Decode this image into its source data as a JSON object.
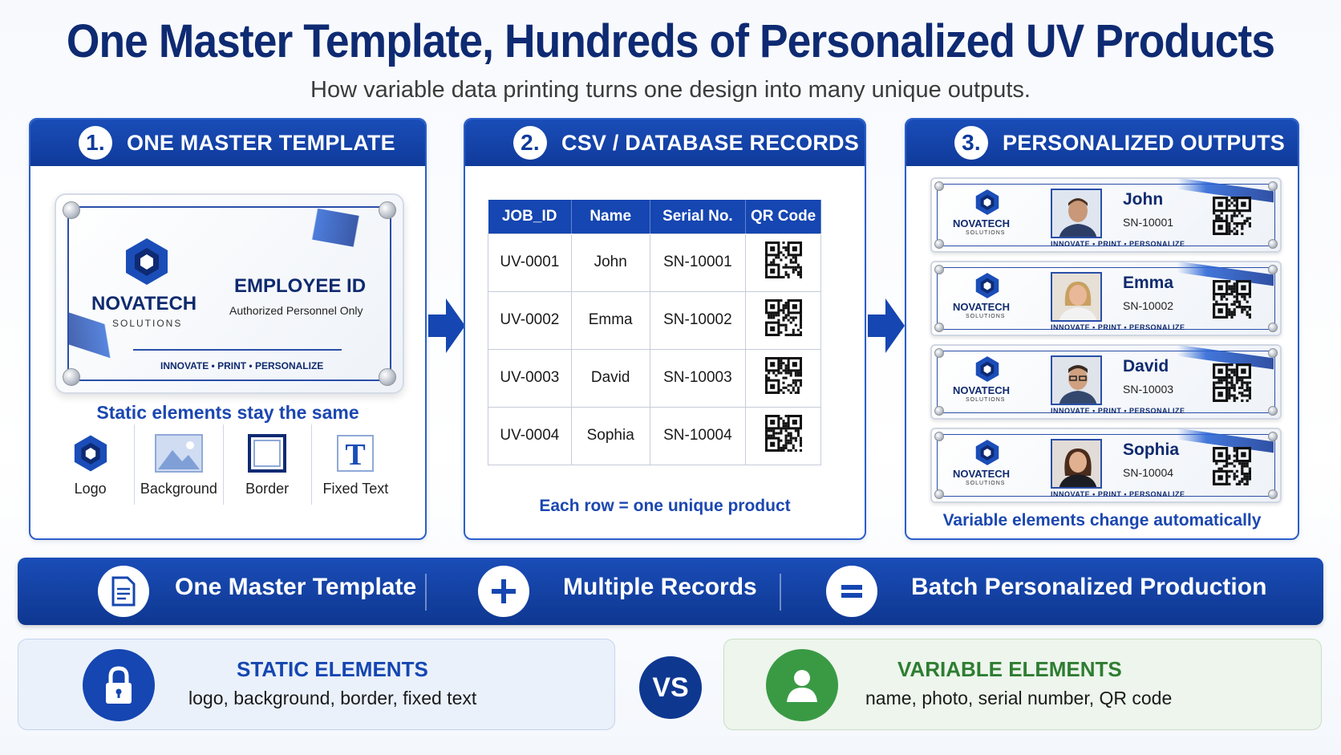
{
  "header": {
    "title": "One Master Template, Hundreds of Personalized UV Products",
    "subtitle": "How variable data printing turns one design into many unique outputs."
  },
  "panels": [
    {
      "number": "1.",
      "title": "ONE MASTER TEMPLATE"
    },
    {
      "number": "2.",
      "title": "CSV / DATABASE RECORDS"
    },
    {
      "number": "3.",
      "title": "PERSONALIZED OUTPUTS"
    }
  ],
  "template_card": {
    "brand": "NOVATECH",
    "brand_sub": "SOLUTIONS",
    "card_title": "EMPLOYEE ID",
    "card_sub": "Authorized Personnel Only",
    "tagline": "INNOVATE • PRINT • PERSONALIZE"
  },
  "static_caption": "Static elements stay the same",
  "static_icons": [
    {
      "label": "Logo",
      "icon": "logo-icon"
    },
    {
      "label": "Background",
      "icon": "image-icon"
    },
    {
      "label": "Border",
      "icon": "border-icon"
    },
    {
      "label": "Fixed Text",
      "icon": "text-icon"
    }
  ],
  "table": {
    "headers": [
      "JOB_ID",
      "Name",
      "Serial No.",
      "QR Code"
    ],
    "rows": [
      [
        "UV-0001",
        "John",
        "SN-10001"
      ],
      [
        "UV-0002",
        "Emma",
        "SN-10002"
      ],
      [
        "UV-0003",
        "David",
        "SN-10003"
      ],
      [
        "UV-0004",
        "Sophia",
        "SN-10004"
      ]
    ],
    "caption": "Each row = one unique product"
  },
  "outputs": [
    {
      "name": "John",
      "serial": "SN-10001",
      "brand": "NOVATECH",
      "brand_sub": "SOLUTIONS",
      "tagline": "INNOVATE • PRINT • PERSONALIZE"
    },
    {
      "name": "Emma",
      "serial": "SN-10002",
      "brand": "NOVATECH",
      "brand_sub": "SOLUTIONS",
      "tagline": "INNOVATE • PRINT • PERSONALIZE"
    },
    {
      "name": "David",
      "serial": "SN-10003",
      "brand": "NOVATECH",
      "brand_sub": "SOLUTIONS",
      "tagline": "INNOVATE • PRINT • PERSONALIZE"
    },
    {
      "name": "Sophia",
      "serial": "SN-10004",
      "brand": "NOVATECH",
      "brand_sub": "SOLUTIONS",
      "tagline": "INNOVATE • PRINT • PERSONALIZE"
    }
  ],
  "variable_caption": "Variable elements change automatically",
  "formula": {
    "item1": "One Master Template",
    "item2": "Multiple Records",
    "item3": "Batch Personalized Production"
  },
  "comparison": {
    "static_title": "STATIC ELEMENTS",
    "static_desc": "logo, background, border, fixed text",
    "vs": "VS",
    "variable_title": "VARIABLE ELEMENTS",
    "variable_desc": "name, photo, serial number, QR code"
  },
  "colors": {
    "primary": "#1546b1",
    "navy": "#0e2a72",
    "green": "#3a9a44"
  }
}
